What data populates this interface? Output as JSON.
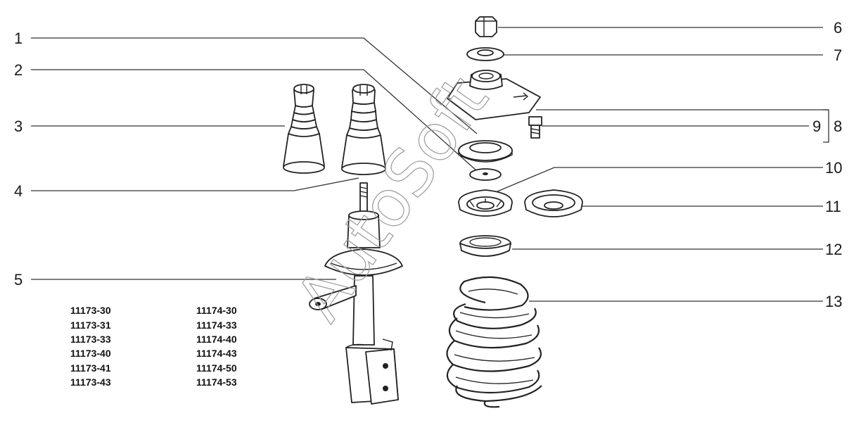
{
  "watermark": "AutoSoft",
  "callouts": [
    "1",
    "2",
    "3",
    "4",
    "5",
    "6",
    "7",
    "8",
    "9",
    "10",
    "11",
    "12",
    "13"
  ],
  "codes_left": [
    "11173-30",
    "11173-31",
    "11173-33",
    "11173-40",
    "11173-41",
    "11173-43"
  ],
  "codes_right": [
    "11174-30",
    "11174-33",
    "11174-40",
    "11174-43",
    "11174-50",
    "11174-53"
  ]
}
